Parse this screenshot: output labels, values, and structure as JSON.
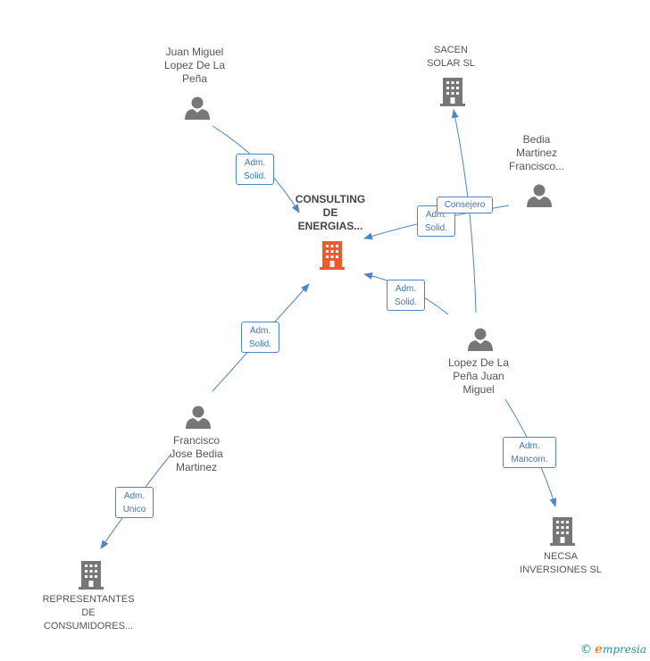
{
  "colors": {
    "edge": "#4a86c8",
    "person_icon": "#777777",
    "company_icon": "#777777",
    "main_company_icon": "#f05a28",
    "brand_orange": "#f28c28",
    "brand_teal": "#2a8f8f"
  },
  "nodes": {
    "juan_miguel": {
      "line1": "Juan Miguel",
      "line2": "Lopez De La",
      "line3": "Peña",
      "icon": "person-icon"
    },
    "sacen": {
      "line1": "SACEN",
      "line2": "SOLAR SL",
      "icon": "building-icon"
    },
    "bedia": {
      "line1": "Bedia",
      "line2": "Martinez",
      "line3": "Francisco...",
      "icon": "person-icon"
    },
    "consulting": {
      "line1": "CONSULTING",
      "line2": "DE",
      "line3": "ENERGIAS...",
      "icon": "building-icon"
    },
    "lopez": {
      "line1": "Lopez De La",
      "line2": "Peña Juan",
      "line3": "Miguel",
      "icon": "person-icon"
    },
    "francisco": {
      "line1": "Francisco",
      "line2": "Jose Bedia",
      "line3": "Martinez",
      "icon": "person-icon"
    },
    "necsa": {
      "line1": "NECSA",
      "line2": "INVERSIONES SL",
      "icon": "building-icon"
    },
    "representantes": {
      "line1": "REPRESENTANTES",
      "line2": "DE",
      "line3": "CONSUMIDORES...",
      "icon": "building-icon"
    }
  },
  "edges": {
    "juan_to_consulting": {
      "line1": "Adm.",
      "line2": "Solid."
    },
    "bedia_to_consulting": {
      "line1": "Adm.",
      "line2": "Solid."
    },
    "bedia_to_sacen": {
      "line1": "Consejero"
    },
    "lopez_to_consulting": {
      "line1": "Adm.",
      "line2": "Solid."
    },
    "francisco_to_consulting": {
      "line1": "Adm.",
      "line2": "Solid."
    },
    "francisco_to_representantes": {
      "line1": "Adm.",
      "line2": "Unico"
    },
    "lopez_to_necsa": {
      "line1": "Adm.",
      "line2": "Mancom."
    }
  },
  "footer": {
    "copyright": "©",
    "brand_initial": "e",
    "brand_rest": "mpresia"
  }
}
